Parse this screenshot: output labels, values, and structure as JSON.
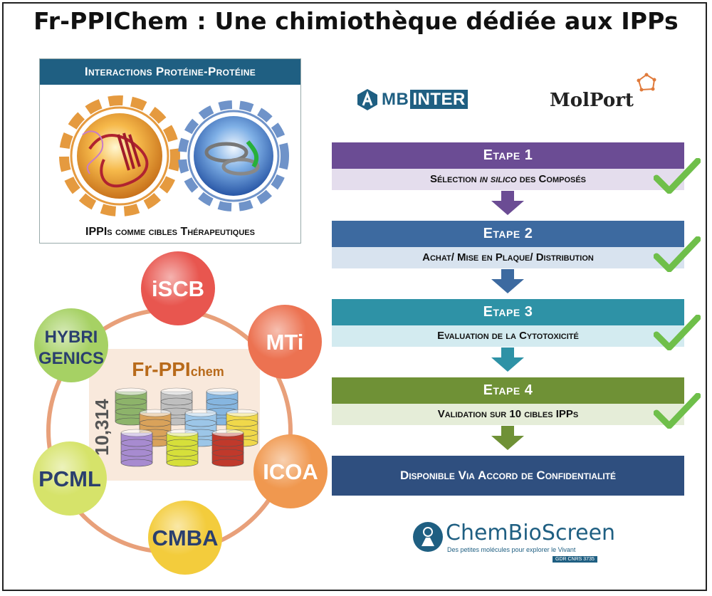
{
  "title": "Fr-PPIChem : Une chimiothèque dédiée aux IPPs",
  "ppi_panel": {
    "header": "Interactions Protéine-Protéine",
    "footer": "IPPIs comme cibles Thérapeutiques"
  },
  "partners": {
    "ambinter_prefix": "MB",
    "ambinter_highlight": "INTER",
    "molport": "MolPort"
  },
  "steps": [
    {
      "head": "Etape 1",
      "body_before": "Sélection ",
      "body_em": "in silico",
      "body_after": " des Composés",
      "color": "#6b4c94",
      "light": "#e4dded"
    },
    {
      "head": "Etape 2",
      "body": "Achat/ Mise en Plaque/ Distribution",
      "color": "#3d6aa0",
      "light": "#d8e3ef"
    },
    {
      "head": "Etape 3",
      "body": "Evaluation de la Cytotoxicité",
      "color": "#2e92a6",
      "light": "#d3ebf0"
    },
    {
      "head": "Etape 4",
      "body": "Validation sur 10 cibles IPPs",
      "color": "#6f9136",
      "light": "#e5edd8"
    }
  ],
  "final": "Disponible Via Accord de Confidentialité",
  "chembioscreen": {
    "name": "ChemBioScreen",
    "tagline": "Des petites molécules pour explorer le Vivant",
    "gdr": "GDR CNRS 3735"
  },
  "wheel": {
    "center_prefix": "Fr-PPI",
    "center_suffix": "chem",
    "count": "10,314",
    "nodes": [
      {
        "label": "iSCB",
        "color": "#e8564f"
      },
      {
        "label": "MTi",
        "color": "#ec7251"
      },
      {
        "label": "ICOA",
        "color": "#f0984f"
      },
      {
        "label": "CMBA",
        "color": "#f3cc3c"
      },
      {
        "label": "PCML",
        "color": "#d6e36a"
      },
      {
        "label": "HYBRI GENICS",
        "line1": "HYBRI",
        "line2": "GENICS",
        "color": "#a6d164"
      }
    ]
  },
  "colors": {
    "text_dark": "#2b3f6e",
    "ppi_header": "#1f5f82",
    "check": "#6fbf4a"
  }
}
